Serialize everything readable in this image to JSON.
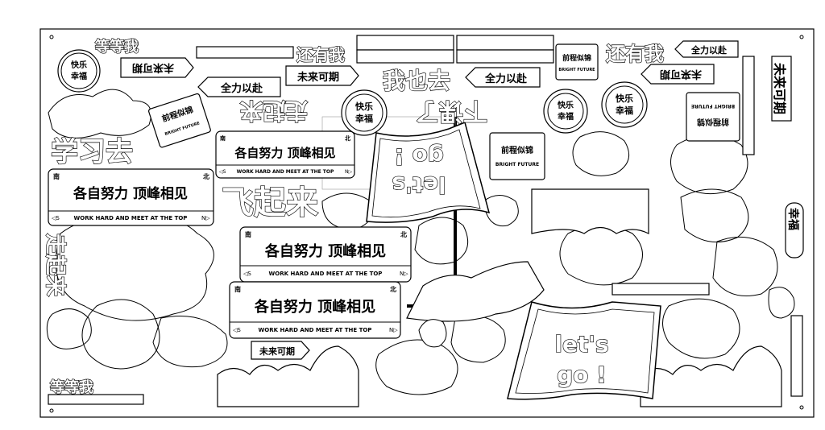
{
  "phrases": {
    "deng_deng_wo": "等等我",
    "hai_you_wo": "还有我",
    "quan_li_yi_fu": "全力以赴",
    "wei_lai_ke_qi": "未来可期",
    "wo_ye_qu": "我也去",
    "qian_cheng_si_jin": "前程似锦",
    "bright_future": "BRIGHT FUTURE",
    "xue_xi_qu": "学习去",
    "zou_qi_lai": "走起来",
    "fei_qi_lai": "飞起来",
    "xia_ke_le": "下课了",
    "ge_zi_nu_li": "各自努力 顶峰相见",
    "work_hard": "WORK HARD AND MEET AT THE TOP",
    "nan": "南",
    "bei": "北",
    "arrow_left": "◁S",
    "arrow_right": "N▷",
    "lets_go": "let's go !",
    "lets": "let's",
    "go": "go !",
    "kuai_le": "快乐",
    "xing_fu": "幸福"
  }
}
